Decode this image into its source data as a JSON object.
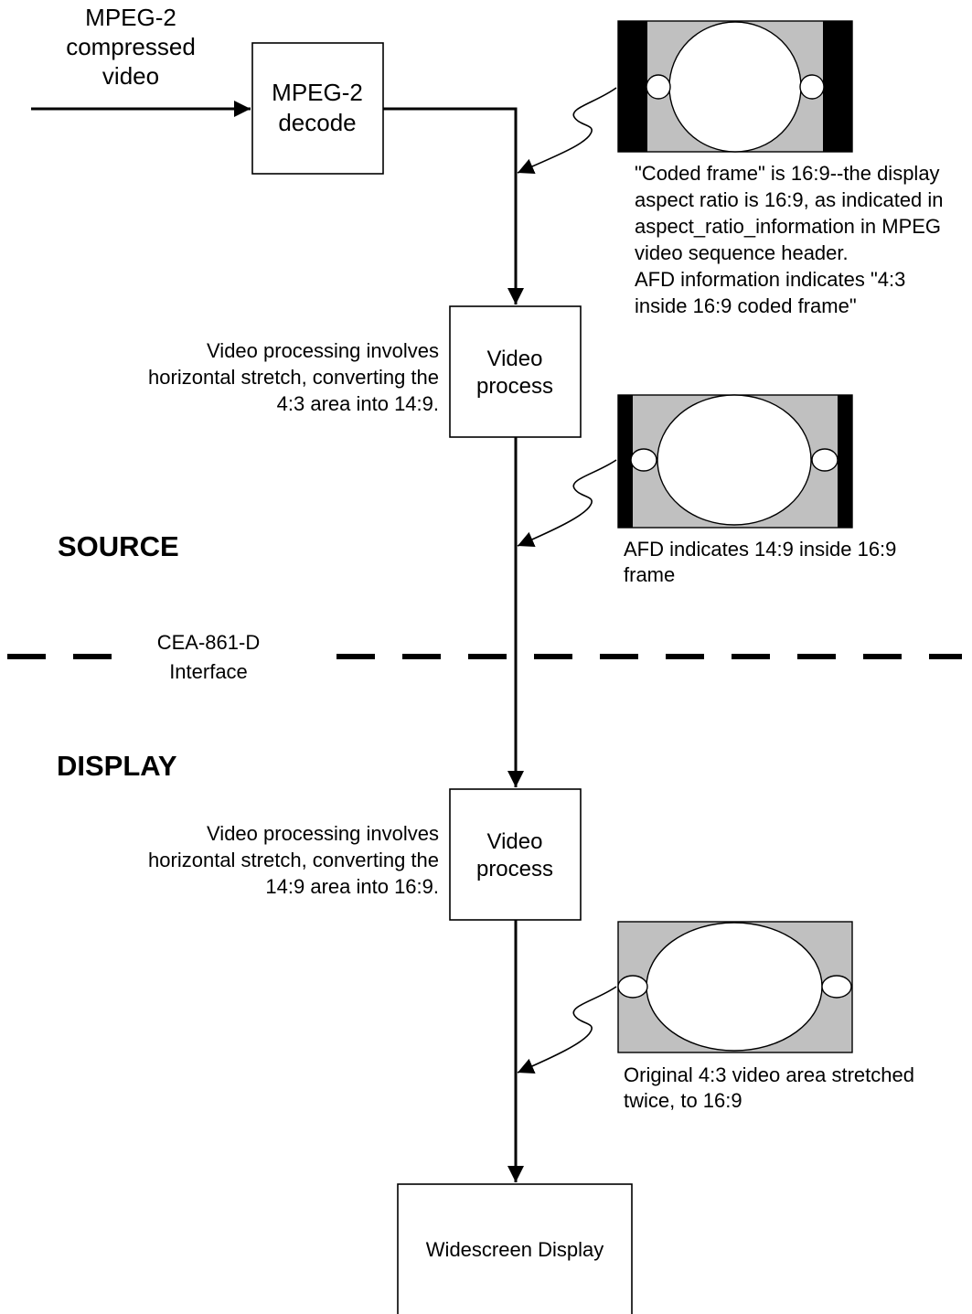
{
  "input": {
    "label_line1": "MPEG-2",
    "label_line2": "compressed",
    "label_line3": "video"
  },
  "decode_box": {
    "line1": "MPEG-2",
    "line2": "decode"
  },
  "coded_frame_note": {
    "line1": "\"Coded frame\" is 16:9--the display",
    "line2": "aspect ratio is 16:9, as indicated in",
    "line3": "aspect_ratio_information in MPEG",
    "line4": "video sequence header.",
    "line5": "AFD information indicates \"4:3",
    "line6": "inside 16:9 coded frame\""
  },
  "source_process_box": {
    "line1": "Video",
    "line2": "process"
  },
  "source_process_note": {
    "line1": "Video processing involves",
    "line2": "horizontal stretch, converting the",
    "line3": "4:3 area into 14:9."
  },
  "afd_note": {
    "line1": "AFD indicates 14:9 inside 16:9",
    "line2": "frame"
  },
  "source_label": "SOURCE",
  "interface_label": {
    "line1": "CEA-861-D",
    "line2": "Interface"
  },
  "display_label": "DISPLAY",
  "display_process_box": {
    "line1": "Video",
    "line2": "process"
  },
  "display_process_note": {
    "line1": "Video processing involves",
    "line2": "horizontal stretch, converting the",
    "line3": "14:9 area into 16:9."
  },
  "stretched_note": {
    "line1": "Original 4:3 video area stretched",
    "line2": "twice, to 16:9"
  },
  "widescreen_box": {
    "label": "Widescreen Display"
  },
  "colors": {
    "frame_fill": "#c0c0c0",
    "bar_fill": "#000000",
    "line": "#000000"
  }
}
